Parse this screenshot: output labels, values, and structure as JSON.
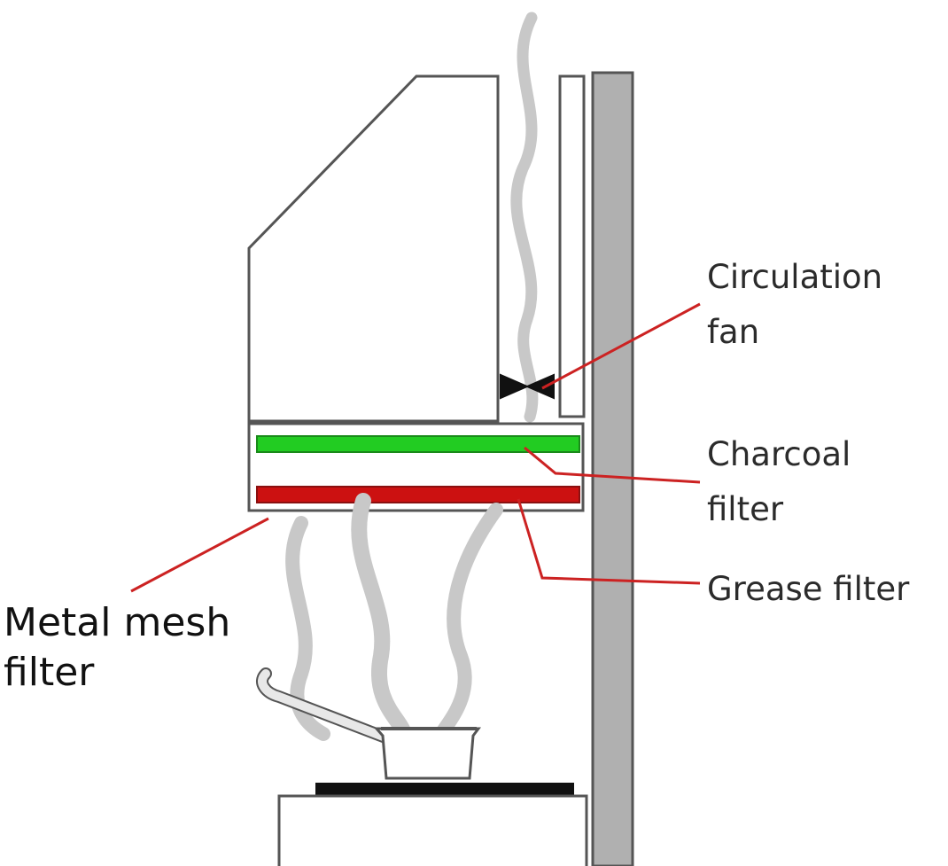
{
  "labels": {
    "circulation_fan": {
      "line1": "Circulation",
      "line2": "fan"
    },
    "charcoal_filter": {
      "line1": "Charcoal",
      "line2": "filter"
    },
    "grease_filter": {
      "line1": "Grease filter"
    },
    "metal_mesh_filter": {
      "line1": "Metal mesh",
      "line2": "filter"
    }
  },
  "colors": {
    "charcoal_filter": "#22cc22",
    "grease_filter": "#cc1111",
    "leader_line": "#cc2222",
    "outline": "#555555",
    "wall": "#b0b0b0",
    "smoke": "#c8c8c8",
    "hob": "#111111"
  },
  "icons": {
    "fan": "fan-icon",
    "pan": "saucepan-icon",
    "smoke": "smoke-icon"
  }
}
